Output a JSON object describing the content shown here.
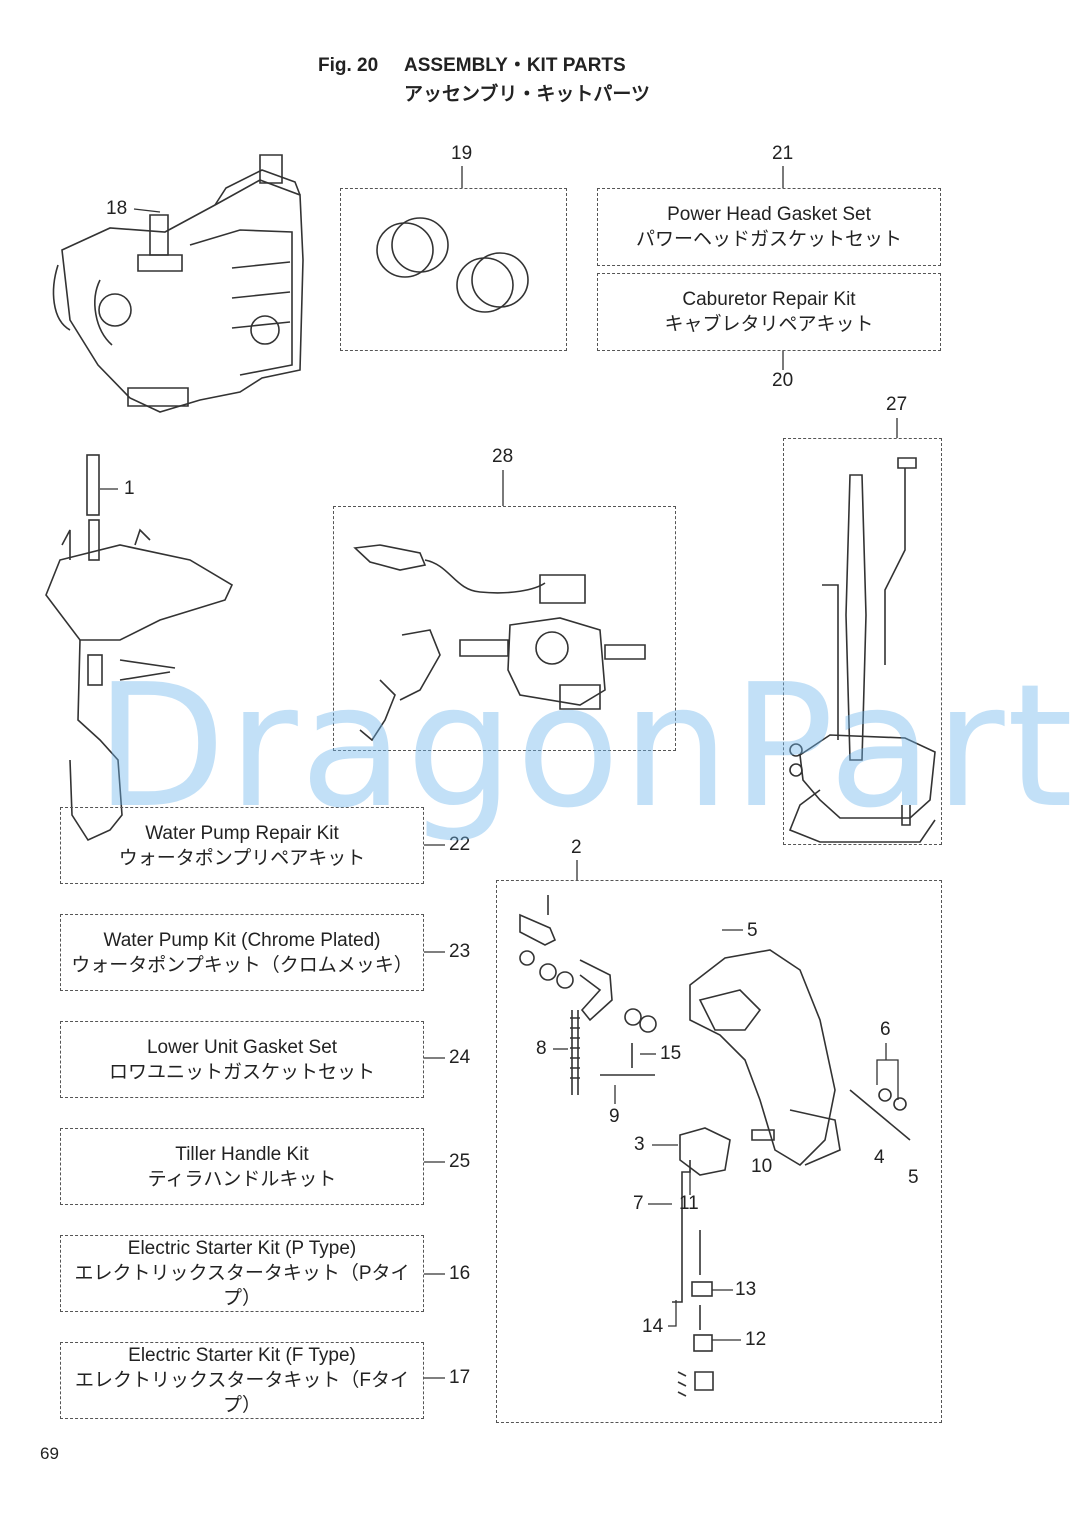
{
  "title": {
    "fig": "Fig. 20",
    "en": "ASSEMBLY・KIT PARTS",
    "jp": "アッセンブリ・キットパーツ"
  },
  "kits": {
    "power_head": {
      "num": "21",
      "en": "Power Head Gasket Set",
      "jp": "パワーヘッドガスケットセット"
    },
    "carburetor": {
      "num": "20",
      "en": "Caburetor Repair Kit",
      "jp": "キャブレタリペアキット"
    },
    "water_pump_repair": {
      "num": "22",
      "en": "Water Pump Repair Kit",
      "jp": "ウォータポンプリペアキット"
    },
    "water_pump_chrome": {
      "num": "23",
      "en": "Water Pump Kit (Chrome Plated)",
      "jp": "ウォータポンプキット（クロムメッキ）"
    },
    "lower_unit": {
      "num": "24",
      "en": "Lower Unit Gasket Set",
      "jp": "ロワユニットガスケットセット"
    },
    "tiller_handle": {
      "num": "25",
      "en": "Tiller Handle Kit",
      "jp": "ティラハンドルキット"
    },
    "starter_p": {
      "num": "16",
      "en": "Electric Starter Kit (P Type)",
      "jp": "エレクトリックスタータキット（Pタイプ）"
    },
    "starter_f": {
      "num": "17",
      "en": "Electric Starter Kit (F Type)",
      "jp": "エレクトリックスタータキット（Fタイプ）"
    }
  },
  "callouts": {
    "c18": "18",
    "c19": "19",
    "c1": "1",
    "c28": "28",
    "c27": "27",
    "c2": "2",
    "c5a": "5",
    "c6": "6",
    "c8": "8",
    "c15": "15",
    "c9": "9",
    "c3": "3",
    "c10": "10",
    "c4": "4",
    "c5b": "5",
    "c7": "7",
    "c11": "11",
    "c13": "13",
    "c14": "14",
    "c12": "12"
  },
  "watermark": "DragonPart.ru",
  "page_number": "69"
}
